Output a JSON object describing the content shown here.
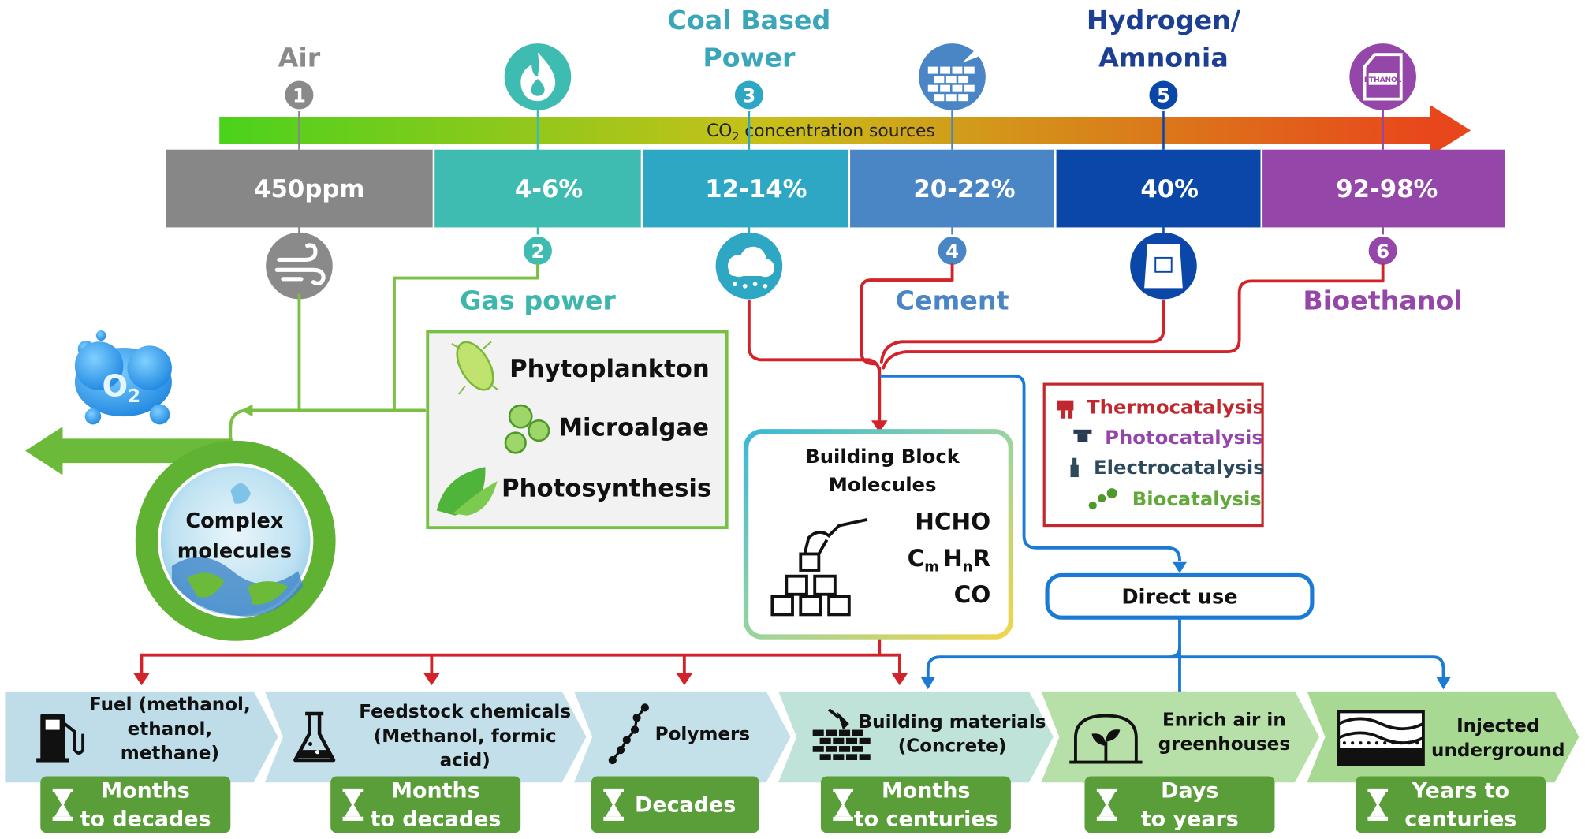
{
  "sources": [
    {
      "number": "1",
      "name": [
        "Air"
      ],
      "name_color": "#8a8a8a",
      "value": "450ppm",
      "bar_color": "#878787",
      "icon": "wind-icon",
      "icon_color": "#8a8a8a"
    },
    {
      "number": "2",
      "name": [
        "Gas power"
      ],
      "name_color": "#3fb6ac",
      "value": "4-6%",
      "bar_color": "#3fbcb2",
      "icon": "flame-icon",
      "icon_color": "#3fbcb2"
    },
    {
      "number": "3",
      "name": [
        "Coal Based",
        "Power"
      ],
      "name_color": "#3aa6b9",
      "value": "12-14%",
      "bar_color": "#2ea7c4",
      "icon": "cloud-icon",
      "icon_color": "#2ea7c4"
    },
    {
      "number": "4",
      "name": [
        "Cement"
      ],
      "name_color": "#4a86c5",
      "value": "20-22%",
      "bar_color": "#4a86c5",
      "icon": "brick-wall-icon",
      "icon_color": "#4a86c5"
    },
    {
      "number": "5",
      "name": [
        "Hydrogen/",
        "Amnonia"
      ],
      "name_color": "#1d3f93",
      "value": "40%",
      "bar_color": "#0a47a8",
      "icon": "sack-icon",
      "icon_color": "#0a47a8"
    },
    {
      "number": "6",
      "name": [
        "Bioethanol"
      ],
      "name_color": "#9447a8",
      "value": "92-98%",
      "bar_color": "#9447a8",
      "icon": "ethanol-canister-icon",
      "icon_color": "#9447a8"
    }
  ],
  "arrow_label": {
    "prefix": "CO",
    "sub": "2",
    "suffix": " concentration sources"
  },
  "ethanol_label": "ETHANOL",
  "o2_label": {
    "main": "O",
    "sub": "2"
  },
  "bio_box": {
    "items": [
      "Phytoplankton",
      "Microalgae",
      "Photosynthesis"
    ]
  },
  "complex_label": [
    "Complex",
    "molecules"
  ],
  "building_block": {
    "title": [
      "Building Block",
      "Molecules"
    ],
    "formula1": "HCHO",
    "formula2": {
      "c": "C",
      "m": "m",
      "h": "H",
      "n": "n",
      "r": "R"
    },
    "formula3": "CO"
  },
  "catalysis": [
    {
      "label": "Thermocatalysis",
      "color": "#c0282d"
    },
    {
      "label": "Photocatalysis",
      "color": "#9447a8"
    },
    {
      "label": "Electrocatalysis",
      "color": "#2c4a5c"
    },
    {
      "label": "Biocatalysis",
      "color": "#63a83a"
    }
  ],
  "direct_use_label": "Direct use",
  "uses": [
    {
      "label": [
        "Fuel (methanol,",
        "ethanol,",
        "methane)"
      ],
      "icon": "fuel-pump-icon",
      "time": [
        "Months",
        "to decades"
      ]
    },
    {
      "label": [
        "Feedstock chemicals",
        "(Methanol, formic",
        "acid)"
      ],
      "icon": "flask-icon",
      "time": [
        "Months",
        "to decades"
      ]
    },
    {
      "label": [
        "Polymers"
      ],
      "icon": "polymer-chain-icon",
      "time": [
        "Decades"
      ]
    },
    {
      "label": [
        "Building materials",
        "(Concrete)"
      ],
      "icon": "bricks-trowel-icon",
      "time": [
        "Months",
        "to centuries"
      ]
    },
    {
      "label": [
        "Enrich air in",
        "greenhouses"
      ],
      "icon": "greenhouse-sprout-icon",
      "time": [
        "Days",
        "to years"
      ]
    },
    {
      "label": [
        "Injected",
        "underground"
      ],
      "icon": "ground-layers-icon",
      "time": [
        "Years to",
        "centuries"
      ]
    }
  ],
  "colors": {
    "red": "#d2232a",
    "blue": "#1a7ad4",
    "green": "#7bc043",
    "dark_green": "#4d9a2a",
    "time_green": "#5a9e3a"
  }
}
